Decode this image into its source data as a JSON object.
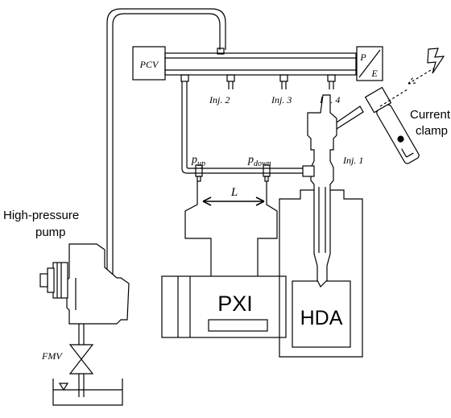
{
  "labels": {
    "pcv": "PCV",
    "pe_top": "P",
    "pe_bottom": "E",
    "inj2": "Inj. 2",
    "inj3": "Inj. 3",
    "inj4": "Inj. 4",
    "inj1": "Inj. 1",
    "p_up_base": "p",
    "p_up_sub": "up",
    "p_down_base": "p",
    "p_down_sub": "down",
    "length": "L",
    "pump_line1": "High-pressure",
    "pump_line2": "pump",
    "current_line1": "Current",
    "current_line2": "clamp",
    "pxi": "PXI",
    "hda": "HDA",
    "fmv": "FMV"
  },
  "icons": [
    "lightning-icon",
    "valve-icon",
    "tank-level-icon",
    "current-clamp-icon"
  ],
  "colors": {
    "line": "#000000",
    "background": "#ffffff"
  }
}
